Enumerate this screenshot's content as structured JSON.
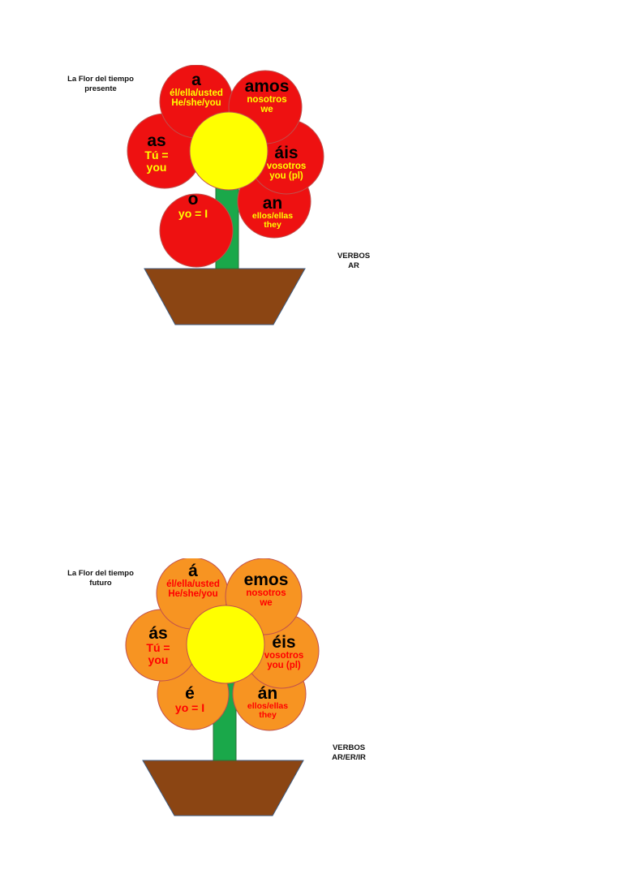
{
  "flowers": [
    {
      "title_line1": "La Flor del tiempo",
      "title_line2": "presente",
      "verbos_line1": "VERBOS",
      "verbos_line2": "AR",
      "colors": {
        "petal": "#ee1111",
        "petal_stroke": "#c0504d",
        "text": "#ffff00",
        "center": "#ffff00",
        "stem": "#1aa84a",
        "pot": "#8b4513"
      },
      "petals": {
        "top": {
          "ending": "a",
          "line1": "él/ella/usted",
          "line2": "He/she/you"
        },
        "top_right": {
          "ending": "amos",
          "line1": "nosotros",
          "line2": "we"
        },
        "left": {
          "ending": "as",
          "line1": "Tú =",
          "line2": "you"
        },
        "right": {
          "ending": "áis",
          "line1": "vosotros",
          "line2": "you (pl)"
        },
        "bottom_left": {
          "ending": "o",
          "line1": "yo = I"
        },
        "bottom_right": {
          "ending": "an",
          "line1": "ellos/ellas",
          "line2": "they"
        }
      }
    },
    {
      "title_line1": "La Flor del tiempo",
      "title_line2": "futuro",
      "verbos_line1": "VERBOS",
      "verbos_line2": "AR/ER/IR",
      "colors": {
        "petal": "#f79422",
        "petal_stroke": "#c0504d",
        "text": "#ff0000",
        "center": "#ffff00",
        "stem": "#1aa84a",
        "pot": "#8b4513"
      },
      "petals": {
        "top": {
          "ending": "á",
          "line1": "él/ella/usted",
          "line2": "He/she/you"
        },
        "top_right": {
          "ending": "emos",
          "line1": "nosotros",
          "line2": "we"
        },
        "left": {
          "ending": "ás",
          "line1": "Tú =",
          "line2": "you"
        },
        "right": {
          "ending": "éis",
          "line1": "vosotros",
          "line2": "you (pl)"
        },
        "bottom_left": {
          "ending": "é",
          "line1": "yo = I"
        },
        "bottom_right": {
          "ending": "án",
          "line1": "ellos/ellas",
          "line2": "they"
        }
      }
    }
  ]
}
